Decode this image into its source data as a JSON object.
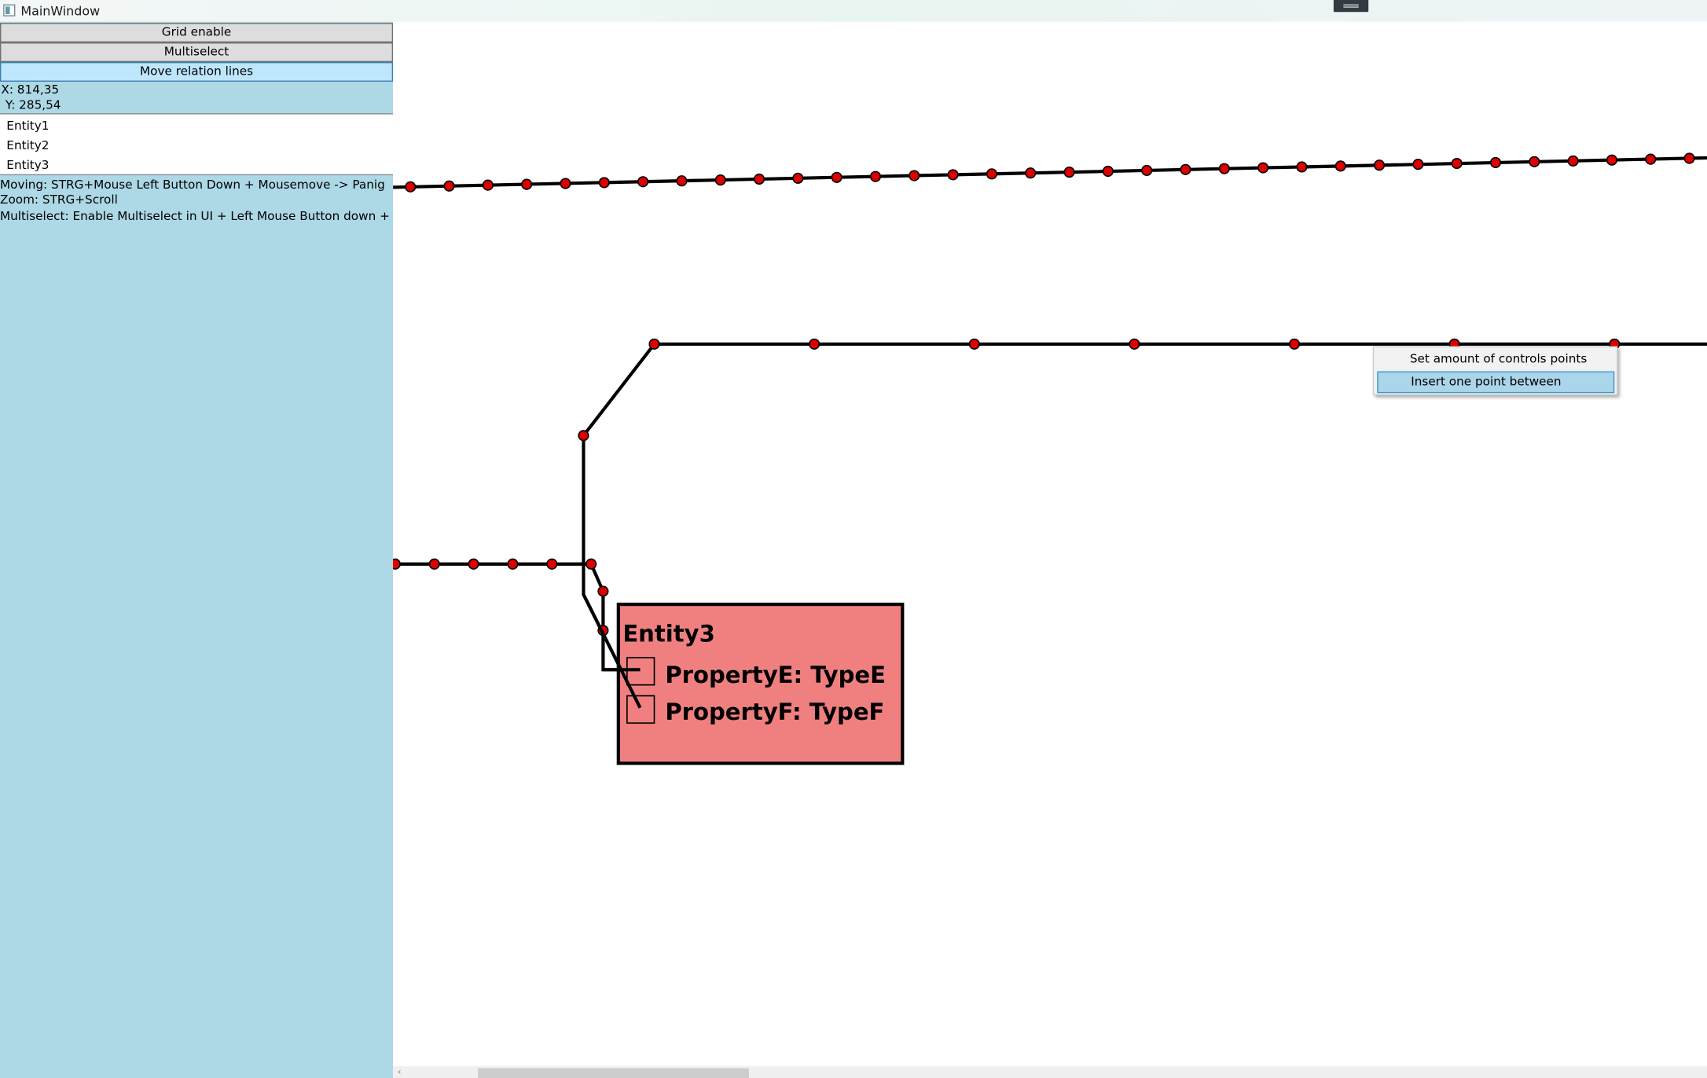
{
  "window": {
    "title": "MainWindow"
  },
  "sidebar": {
    "buttons": {
      "grid_enable": "Grid enable",
      "multiselect": "Multiselect",
      "move_relation_lines": "Move relation lines"
    },
    "cursor_x": "X: 814,35",
    "cursor_y": "Y: 285,54",
    "entities": [
      "Entity1",
      "Entity2",
      "Entity3"
    ],
    "help": [
      "Moving: STRG+Mouse Left Button Down + Mousemove -> Panig",
      "Zoom: STRG+Scroll",
      "Multiselect: Enable Multiselect in UI + Left Mouse Button down + Mousemove"
    ]
  },
  "diagram": {
    "entity3": {
      "title": "Entity3",
      "properties": [
        "PropertyE: TypeE",
        "PropertyF: TypeF"
      ],
      "fill_color": "#f08080"
    },
    "line_color": "#000000",
    "control_point_color": "#dd0000"
  },
  "context_menu": {
    "items": [
      "Set amount of controls points",
      "Insert one point between"
    ],
    "highlighted_color": "#abd5ea"
  }
}
